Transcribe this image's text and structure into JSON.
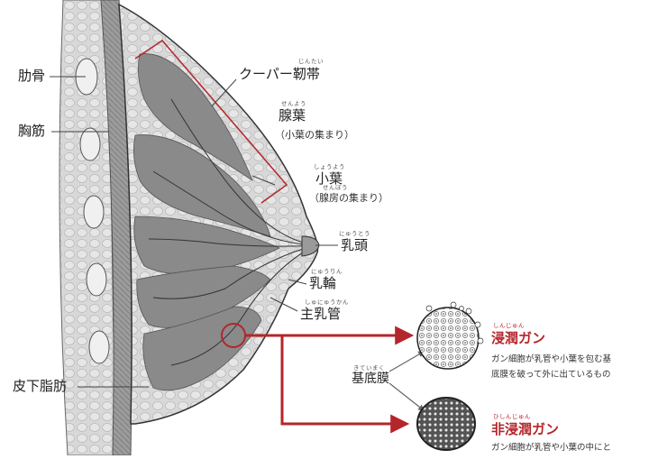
{
  "labels": {
    "rib": "肋骨",
    "pectoral": "胸筋",
    "subcutaneous_fat": "皮下脂肪",
    "cooper": "クーパー靭帯",
    "cooper_furi": "じんたい",
    "glandular_lobe": "腺葉",
    "glandular_lobe_furi": "せんよう",
    "glandular_lobe_note": "（小葉の集まり）",
    "lobule": "小葉",
    "lobule_furi": "しょうよう",
    "lobule_note": "（腺房の集まり）",
    "lobule_note_furi": "せんぼう",
    "nipple": "乳頭",
    "nipple_furi": "にゅうとう",
    "areola": "乳輪",
    "areola_furi": "にゅうりん",
    "main_duct": "主乳管",
    "main_duct_furi": "しゅにゅうかん",
    "basement_membrane": "基底膜",
    "basement_membrane_furi": "きていまく"
  },
  "invasive": {
    "title": "浸潤ガン",
    "furi": "しんじゅん",
    "desc_line1": "ガン細胞が乳管や小葉を包む基",
    "desc_line2": "底膜を破って外に出ているもの"
  },
  "noninvasive": {
    "title": "非浸潤ガン",
    "furi": "ひしんじゅん",
    "desc_line1": "ガン細胞が乳管や小葉の中にと"
  },
  "colors": {
    "accent_red": "#b3262b",
    "lobe_fill": "#8a8a8a",
    "tissue_fill": "#d4d4d4",
    "muscle_fill": "#9a9a9a"
  }
}
